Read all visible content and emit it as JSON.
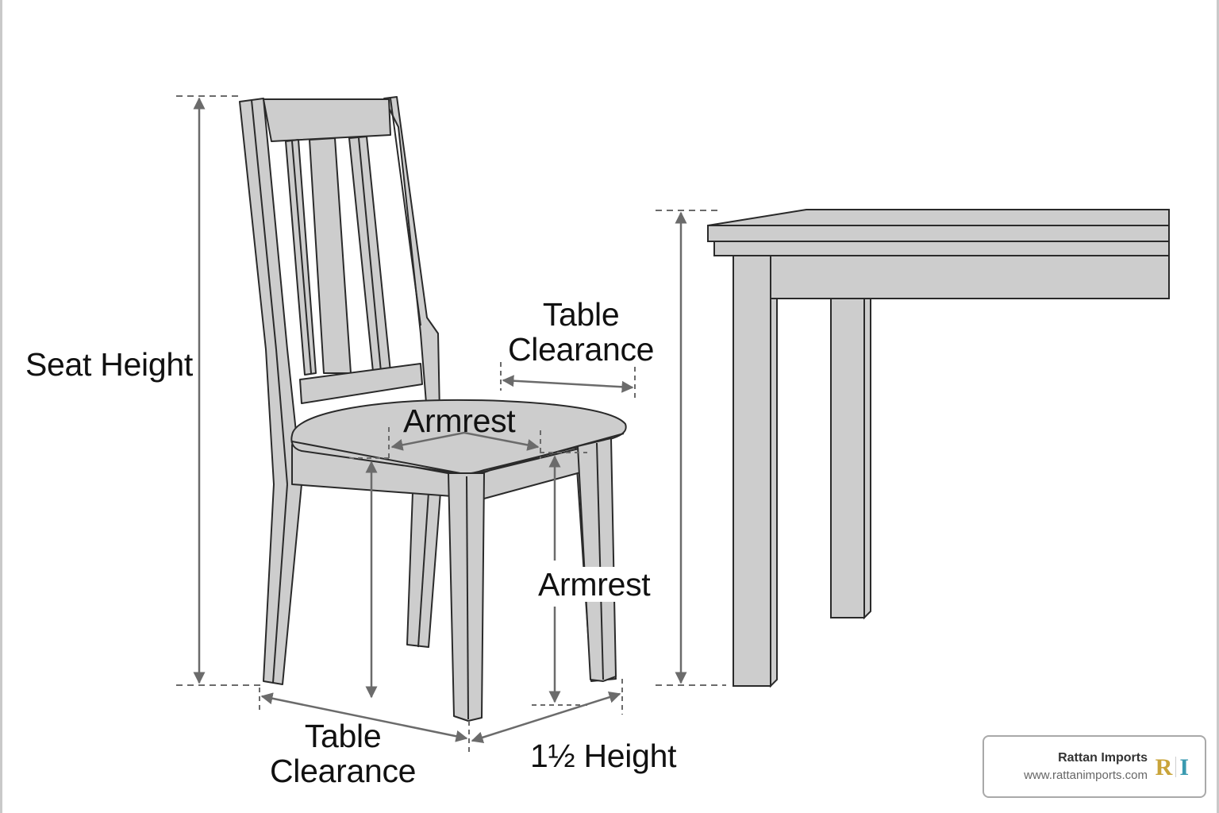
{
  "diagram": {
    "subject": "Dining chair and table dimension guide",
    "labels": {
      "seat_height": "Seat Height",
      "table_clearance_top_line1": "Table",
      "table_clearance_top_line2": "Clearance",
      "armrest_seat": "Armrest",
      "armrest_side": "Armrest",
      "table_clearance_bottom_line1": "Table",
      "table_clearance_bottom_line2": "Clearance",
      "height_bottom": "1½ Height"
    },
    "colors": {
      "furniture_fill": "#cdcdcd",
      "outline": "#2a2a2a",
      "dimension_line": "#6b6b6b",
      "background": "#ffffff",
      "frame": "#c9c9c9"
    }
  },
  "brand": {
    "name": "Rattan Imports",
    "url": "www.rattanimports.com",
    "logo_left": "R",
    "logo_right": "I",
    "logo_left_color": "#c9a43a",
    "logo_right_color": "#3a9ab0"
  }
}
